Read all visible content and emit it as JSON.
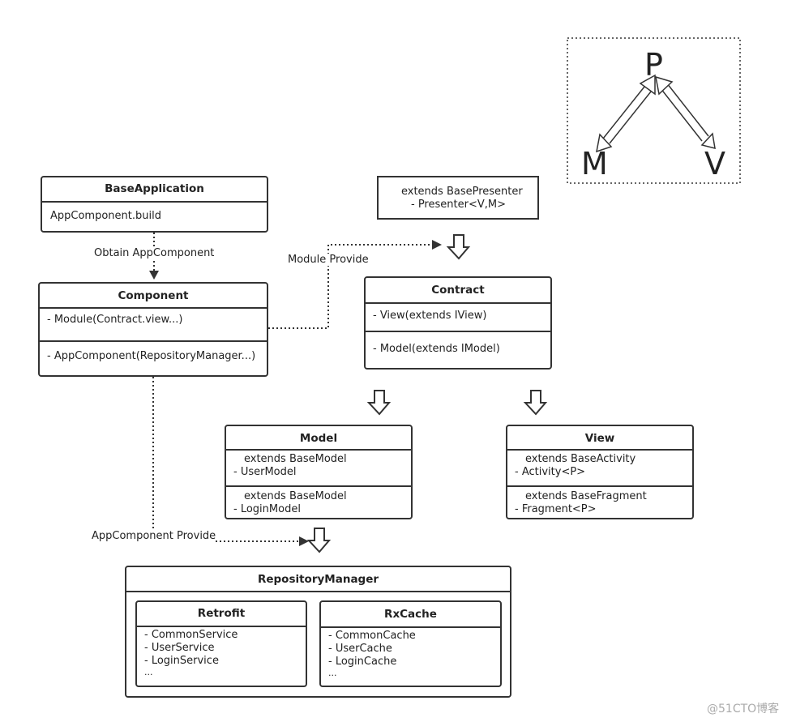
{
  "mvp": {
    "p": "P",
    "m": "M",
    "v": "V"
  },
  "base_application": {
    "title": "BaseApplication",
    "item": "AppComponent.build"
  },
  "obtain_label": "Obtain AppComponent",
  "component": {
    "title": "Component",
    "item1": "- Module(Contract.view...)",
    "item2": "- AppComponent(RepositoryManager...)"
  },
  "module_provide_label": "Module Provide",
  "presenter": {
    "line1": "extends BasePresenter",
    "line2": "- Presenter<V,M>"
  },
  "contract": {
    "title": "Contract",
    "item1": "- View(extends IView)",
    "item2": "- Model(extends IModel)"
  },
  "model": {
    "title": "Model",
    "s1_line1": "extends BaseModel",
    "s1_line2": "- UserModel",
    "s2_line1": "extends BaseModel",
    "s2_line2": "- LoginModel"
  },
  "view": {
    "title": "View",
    "s1_line1": "extends BaseActivity",
    "s1_line2": "- Activity<P>",
    "s2_line1": "extends  BaseFragment",
    "s2_line2": "- Fragment<P>"
  },
  "appcomponent_provide_label": "AppComponent Provide",
  "repository_manager": {
    "title": "RepositoryManager"
  },
  "retrofit": {
    "title": "Retrofit",
    "items": [
      "- CommonService",
      "- UserService",
      "- LoginService",
      "..."
    ]
  },
  "rxcache": {
    "title": "RxCache",
    "items": [
      "- CommonCache",
      "- UserCache",
      "- LoginCache",
      "..."
    ]
  },
  "watermark": "@51CTO博客"
}
